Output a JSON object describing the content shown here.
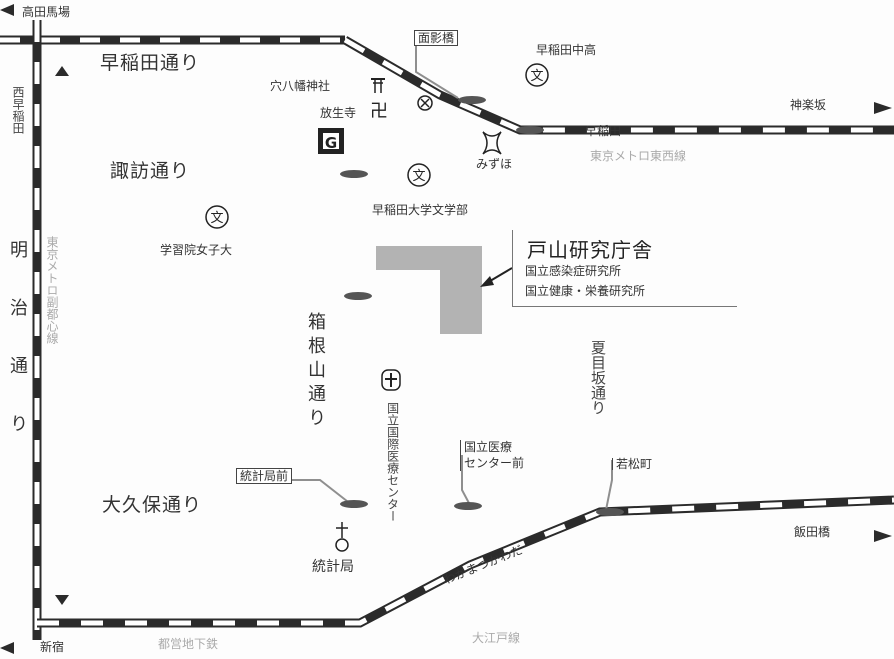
{
  "map": {
    "stations": {
      "takadanobaba": "高田馬場",
      "waseda": "早稲田",
      "shinjuku": "新宿",
      "kagurazaka": "神楽坂",
      "iidabashi": "飯田橋"
    },
    "tram_stops": {
      "omokagebashi": "面影橋",
      "waseda_tram": "早稲田",
      "toukeikyokumae": "統計局前",
      "kokuritsu_center_mae_1": "国立医療",
      "kokuritsu_center_mae_2": "センター前",
      "wakamatsucho": "若松町"
    },
    "streets": {
      "waseda_dori": "早稲田通り",
      "suwa_dori": "諏訪通り",
      "meiji_dori": "明治通り",
      "okubo_dori": "大久保通り",
      "hakoneyama_dori": "箱根山通り",
      "natsumezaka_dori": "夏目坂通り",
      "wakamatsu_kawada": "わかまつかわだ"
    },
    "lines": {
      "tozai": "東京メトロ東西線",
      "fukutoshin": "東京メトロ副都心線",
      "oedo": "大江戸線",
      "toei_oedo_chika": "都営地下鉄",
      "nishiwaseda": "西早稲田"
    },
    "landmarks": {
      "waseda_chuko": "早稲田中高",
      "anahachiman": "穴八幡神社",
      "houseiji": "放生寺",
      "mizuho": "みずほ",
      "waseda_bungakubu": "早稲田大学文学部",
      "gakushuin_joshi": "学習院女子大",
      "kokuritsu_iryo": "国立国際医療センター",
      "toukeikyoku": "統計局"
    },
    "callout": {
      "title": "戸山研究庁舎",
      "line1": "国立感染症研究所",
      "line2": "国立健康・栄養研究所"
    },
    "colors": {
      "rail_dark": "#2b2b2b",
      "rail_light": "#ffffff",
      "building": "#b3b3b3",
      "tram": "#8f8f8f",
      "faint_text": "#aaaaaa"
    }
  }
}
